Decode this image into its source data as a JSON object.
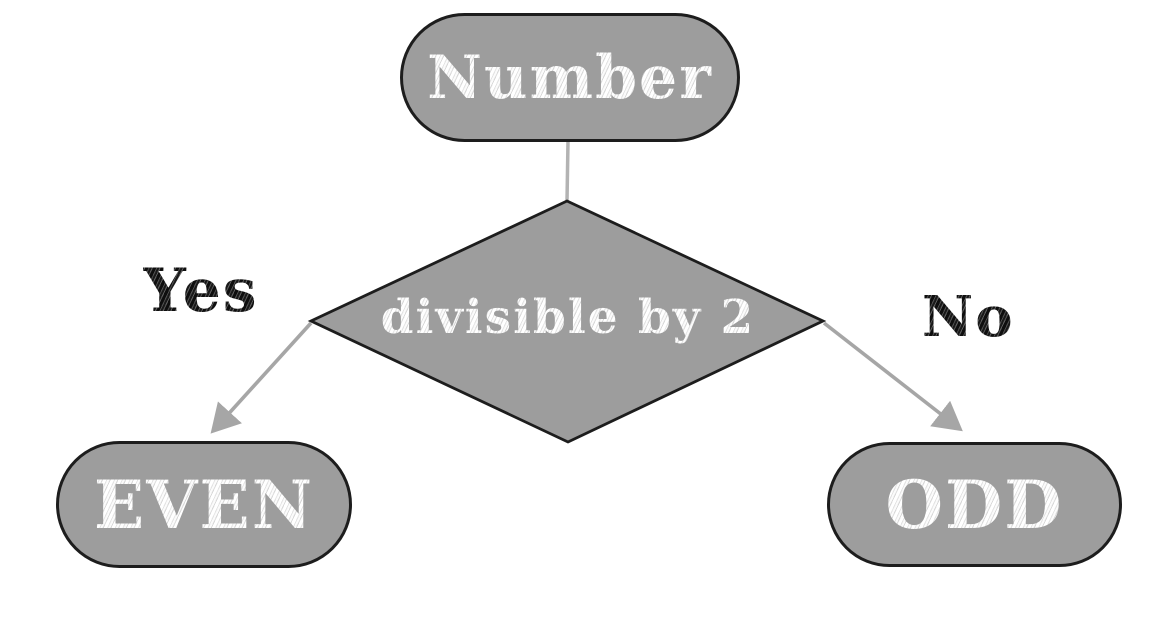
{
  "flowchart": {
    "nodes": {
      "start": {
        "label": "Number",
        "shape": "rounded-pill"
      },
      "decision": {
        "label": "divisible by 2",
        "shape": "diamond"
      },
      "even": {
        "label": "EVEN",
        "shape": "rounded-pill"
      },
      "odd": {
        "label": "ODD",
        "shape": "rounded-pill"
      }
    },
    "edges": [
      {
        "from": "start",
        "to": "decision",
        "label": ""
      },
      {
        "from": "decision",
        "to": "even",
        "label": "Yes"
      },
      {
        "from": "decision",
        "to": "odd",
        "label": "No"
      }
    ],
    "colors": {
      "node_fill": "#9d9d9d",
      "node_border": "#1d1d1d",
      "connector": "#adadad",
      "text_light": "#f2f2f2",
      "text_dark": "#1f1f1f",
      "background": "#ffffff"
    }
  }
}
